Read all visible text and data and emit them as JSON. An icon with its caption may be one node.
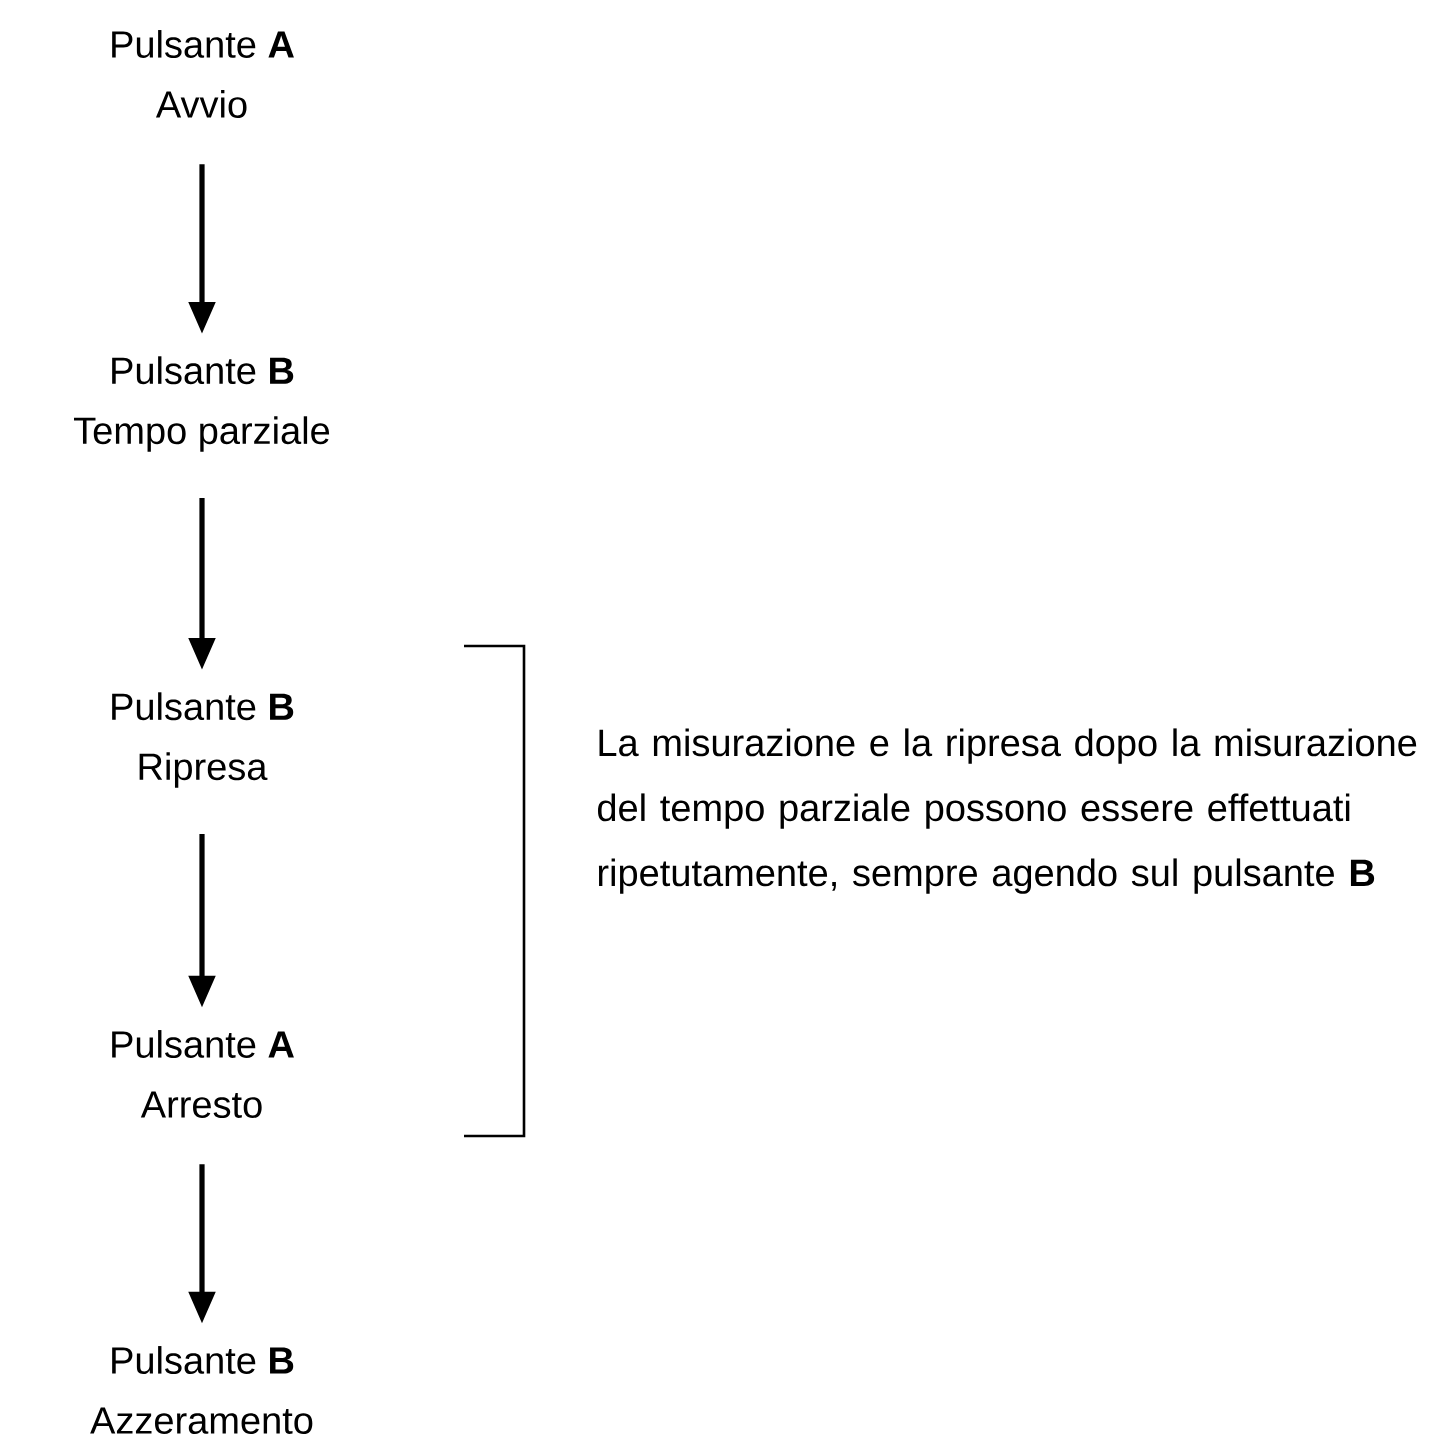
{
  "diagram": {
    "nodes": [
      {
        "text": [
          "Pulsante **A**",
          "Avvio"
        ]
      },
      {
        "text": [
          "Pulsante **B**",
          "Tempo parziale"
        ]
      },
      {
        "text": [
          "Pulsante **B**",
          "Ripresa"
        ]
      },
      {
        "text": [
          "Pulsante **A**",
          "Arresto"
        ]
      },
      {
        "text": [
          "Pulsante **B**",
          "Azzeramento"
        ]
      }
    ],
    "edges": [
      {
        "from": 0,
        "to": 1,
        "arrow": "to"
      },
      {
        "from": 1,
        "to": 2,
        "arrow": "to"
      },
      {
        "from": 2,
        "to": 3,
        "arrow": "to"
      },
      {
        "from": 3,
        "to": 4,
        "arrow": "to"
      }
    ],
    "labels": [
      "La misurazione e la ripresa dopo la misurazione del tempo parziale possono essere effettuati ripetutamente, sempre agendo sul pulsante **B**"
    ]
  }
}
